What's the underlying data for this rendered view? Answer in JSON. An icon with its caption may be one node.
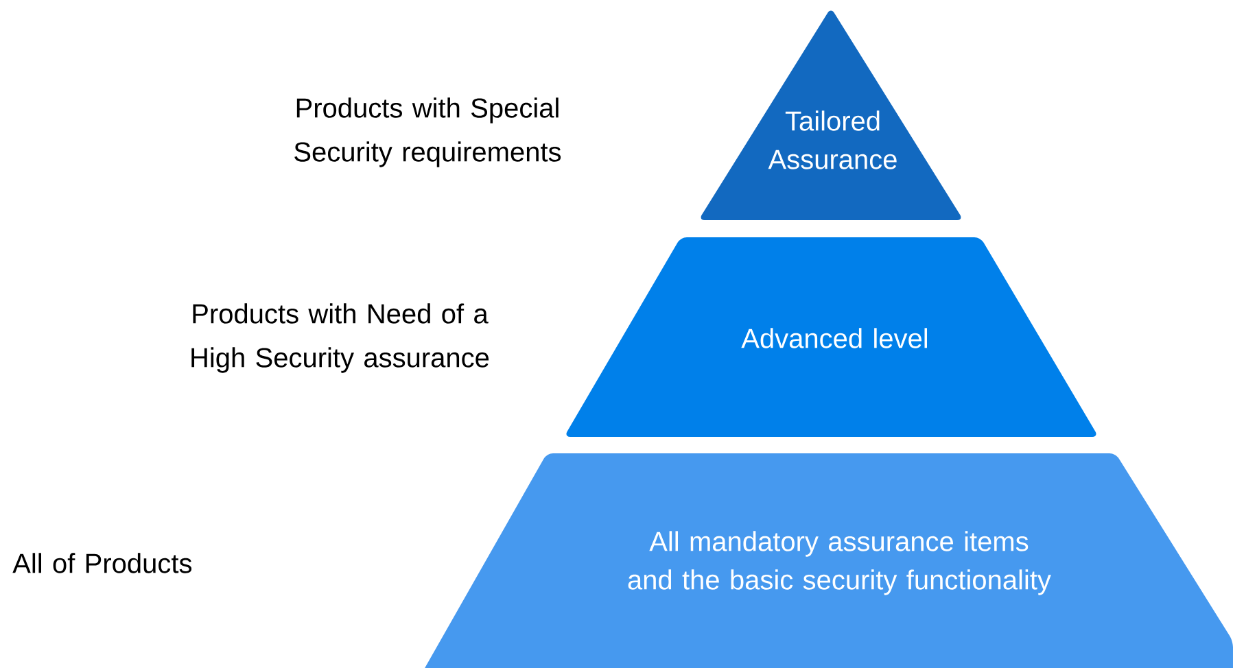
{
  "diagram": {
    "nodes": [
      {
        "text": [
          "Tailored Assurance"
        ]
      },
      {
        "text": [
          "Advanced level"
        ]
      },
      {
        "text": [
          "All mandatory assurance items and the basic security functionality"
        ]
      }
    ],
    "labels": [
      "Products with Special Security requirements",
      "Products with Need of a High Security assurance",
      "All of Products"
    ]
  }
}
